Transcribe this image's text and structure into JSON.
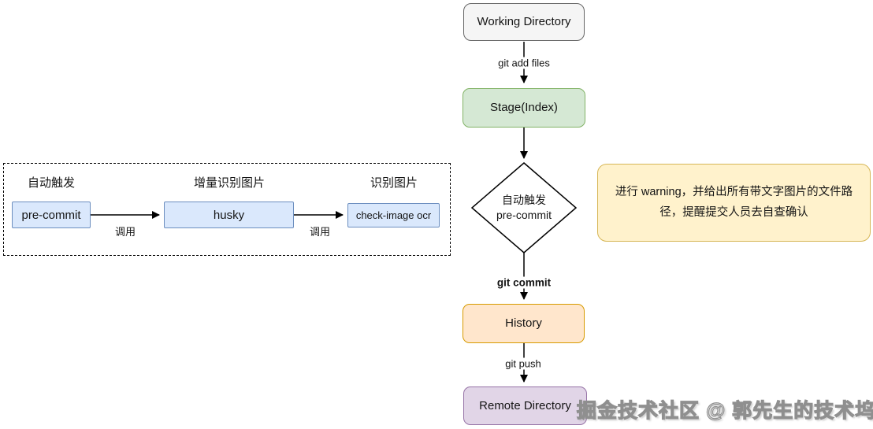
{
  "colors": {
    "working_fill": "#f5f5f5",
    "working_border": "#666666",
    "stage_fill": "#d5e8d4",
    "stage_border": "#82b366",
    "decision_fill": "#ffffff",
    "decision_border": "#000000",
    "history_fill": "#ffe6cc",
    "history_border": "#d79b00",
    "remote_fill": "#e1d5e7",
    "remote_border": "#9673a6",
    "note_fill": "#fff2cc",
    "note_border": "#d6b656",
    "pipeline_fill": "#dae8fc",
    "pipeline_border": "#6c8ebf",
    "arrow": "#000000"
  },
  "pipeline": {
    "items": [
      {
        "caption": "自动触发",
        "label": "pre-commit"
      },
      {
        "caption": "增量识别图片",
        "label": "husky"
      },
      {
        "caption": "识别图片",
        "label": "check-image ocr"
      }
    ],
    "call_label": "调用"
  },
  "flow": {
    "nodes": {
      "working": {
        "label": "Working Directory"
      },
      "stage": {
        "label": "Stage(Index)"
      },
      "decision": {
        "line1": "自动触发",
        "line2": "pre-commit"
      },
      "history": {
        "label": "History"
      },
      "remote": {
        "label": "Remote Directory"
      }
    },
    "edges": {
      "add": {
        "label": "git add files"
      },
      "commit": {
        "label": "git commit"
      },
      "push": {
        "label": "git push"
      }
    }
  },
  "note": {
    "text": "进行 warning，并给出所有带文字图片的文件路径，提醒提交人员去自查确认"
  },
  "watermark": {
    "text": "掘金技术社区 @ 郭先生的技术坞"
  }
}
